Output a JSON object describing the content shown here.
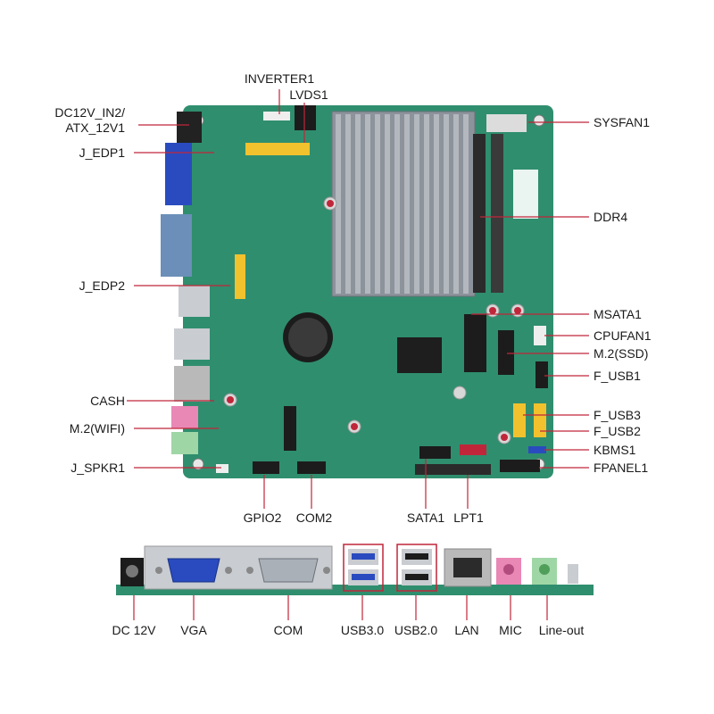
{
  "colors": {
    "pcb": "#2f8e6e",
    "pcb_dark": "#1f6b52",
    "heatsink": "#9aa0a8",
    "leader": "#c0263a",
    "label_text": "#1a1a1a",
    "vga_blue": "#2a4bbf",
    "port_metal": "#c9ccd1",
    "mic_pink": "#e987b5",
    "line_green": "#9fd6a6",
    "connector_yellow": "#f2c12e"
  },
  "board_labels": {
    "dc12v_in2": "DC12V_IN2/",
    "atx_12v1": "ATX_12V1",
    "inverter1": "INVERTER1",
    "lvds1": "LVDS1",
    "j_edp1": "J_EDP1",
    "j_edp2": "J_EDP2",
    "cash": "CASH",
    "m2_wifi": "M.2(WIFI)",
    "j_spkr1": "J_SPKR1",
    "gpio2": "GPIO2",
    "com2": "COM2",
    "sata1": "SATA1",
    "lpt1": "LPT1",
    "sysfan1": "SYSFAN1",
    "ddr4": "DDR4",
    "msata1": "MSATA1",
    "cpufan1": "CPUFAN1",
    "m2_ssd": "M.2(SSD)",
    "f_usb1": "F_USB1",
    "f_usb3": "F_USB3",
    "f_usb2": "F_USB2",
    "kbms1": "KBMS1",
    "fpanel1": "FPANEL1"
  },
  "io_labels": {
    "dc12v": "DC 12V",
    "vga": "VGA",
    "com": "COM",
    "usb30": "USB3.0",
    "usb20": "USB2.0",
    "lan": "LAN",
    "mic": "MIC",
    "lineout": "Line-out"
  }
}
